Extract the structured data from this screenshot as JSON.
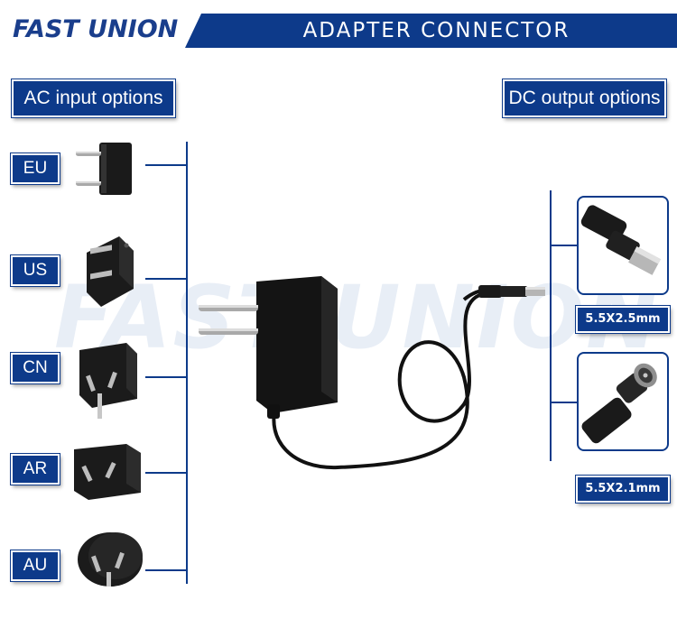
{
  "header": {
    "logo": "FAST UNION",
    "title": "ADAPTER CONNECTOR"
  },
  "ac_input": {
    "label": "AC input options",
    "regions": [
      {
        "name": "EU"
      },
      {
        "name": "US"
      },
      {
        "name": "CN"
      },
      {
        "name": "AR"
      },
      {
        "name": "AU"
      }
    ]
  },
  "dc_output": {
    "label": "DC output options",
    "sizes": [
      "5.5X2.5mm",
      "5.5X2.1mm"
    ]
  },
  "watermark": "FAST UNION",
  "colors": {
    "brand_blue": "#0d3a8a",
    "background": "#ffffff"
  }
}
